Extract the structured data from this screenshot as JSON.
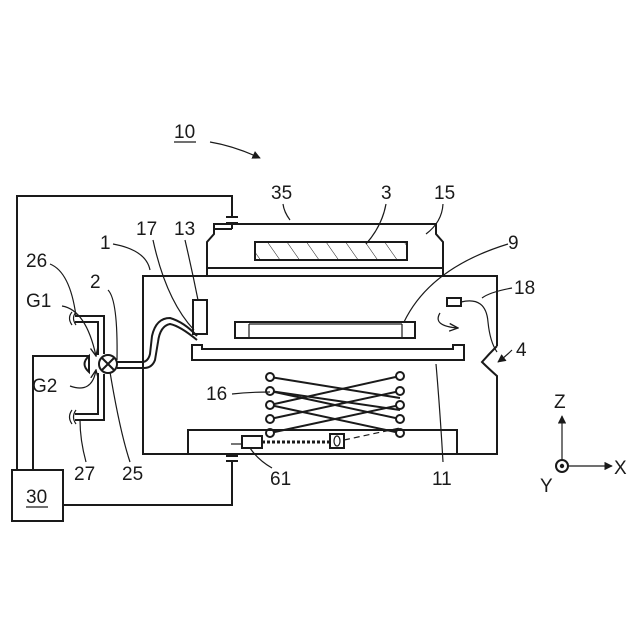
{
  "labels": {
    "device": "10",
    "cover": "35",
    "substrate": "3",
    "upper_part": "15",
    "item_17": "17",
    "item_13": "13",
    "item_1": "1",
    "item_9": "9",
    "item_26": "26",
    "item_2": "2",
    "item_18": "18",
    "gas_1": "G1",
    "item_4": "4",
    "gas_2": "G2",
    "bellows": "16",
    "axis_z": "Z",
    "item_27": "27",
    "item_25": "25",
    "item_61": "61",
    "item_11": "11",
    "axis_x": "X",
    "axis_y": "Y",
    "controller": "30"
  }
}
